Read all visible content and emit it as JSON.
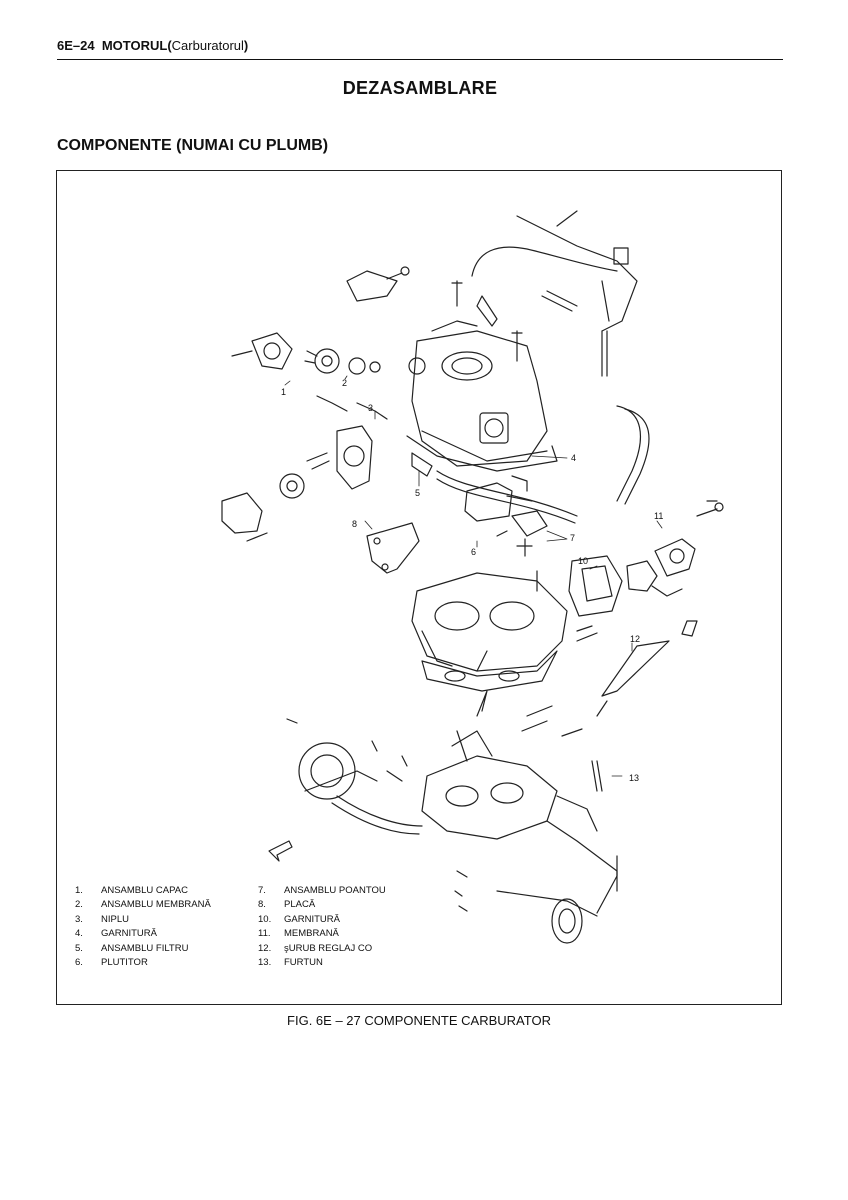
{
  "header": {
    "code": "6E–24",
    "chapter": "MOTORUL",
    "open": "(",
    "subchapter": "Carburatorul",
    "close": ")"
  },
  "title": "DEZASAMBLARE",
  "section_title": "COMPONENTE (NUMAI CU PLUMB)",
  "callouts": [
    "1",
    "2",
    "3",
    "4",
    "5",
    "6",
    "7",
    "8",
    "10",
    "11",
    "12",
    "13"
  ],
  "legend": {
    "left": [
      {
        "num": "1.",
        "label": "ANSAMBLU CAPAC"
      },
      {
        "num": "2.",
        "label": "ANSAMBLU MEMBRANĂ"
      },
      {
        "num": "3.",
        "label": "NIPLU"
      },
      {
        "num": "4.",
        "label": "GARNITURĂ"
      },
      {
        "num": "5.",
        "label": "ANSAMBLU FILTRU"
      },
      {
        "num": "6.",
        "label": "PLUTITOR"
      }
    ],
    "right": [
      {
        "num": "7.",
        "label": "ANSAMBLU POANTOU"
      },
      {
        "num": "8.",
        "label": "PLACĂ"
      },
      {
        "num": "10.",
        "label": "GARNITURĂ"
      },
      {
        "num": "11.",
        "label": "MEMBRANĂ"
      },
      {
        "num": "12.",
        "label": "şURUB REGLAJ CO"
      },
      {
        "num": "13.",
        "label": "FURTUN"
      }
    ]
  },
  "caption": "FIG. 6E – 27  COMPONENTE CARBURATOR"
}
